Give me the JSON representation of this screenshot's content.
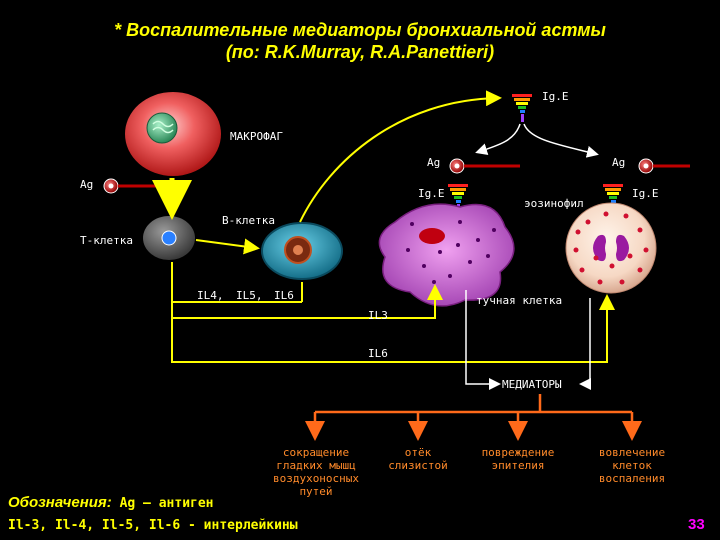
{
  "title": {
    "line1": "* Воспалительные медиаторы бронхиальной астмы",
    "line2": "(по: R.K.Murray, R.A.Panettieri)"
  },
  "labels": {
    "ige_top": "Ig.E",
    "macrophage": "МАКРОФАГ",
    "ag_left": "Ag",
    "ag_mid": "Ag",
    "ag_right": "Ag",
    "ige_mid": "Ig.E",
    "ige_right": "Ig.E",
    "eosinophil": "эозинофил",
    "b_cell": "В-клетка",
    "t_cell": "Т-клетка",
    "il4": "IL4,",
    "il5": "IL5,",
    "il6a": "IL6",
    "il3": "IL3",
    "mast_cell": "тучная клетка",
    "il6b": "IL6",
    "mediators": "МЕДИАТОРЫ"
  },
  "effects": [
    "сокращение гладких мышц воздухоносных путей",
    "отёк слизистой",
    "повреждение эпителия",
    "вовлечение клеток воспаления"
  ],
  "legend": {
    "prefix": "Обозначения:",
    "line1_rest": " Ag – антиген",
    "line2": "Il-3, Il-4, Il-5, Il-6 - интерлейкины"
  },
  "page_number": "33",
  "colors": {
    "title": "#ffff00",
    "arrows": "#ffff00",
    "effects": "#ff8a2a",
    "page_number": "#ff00ff"
  }
}
